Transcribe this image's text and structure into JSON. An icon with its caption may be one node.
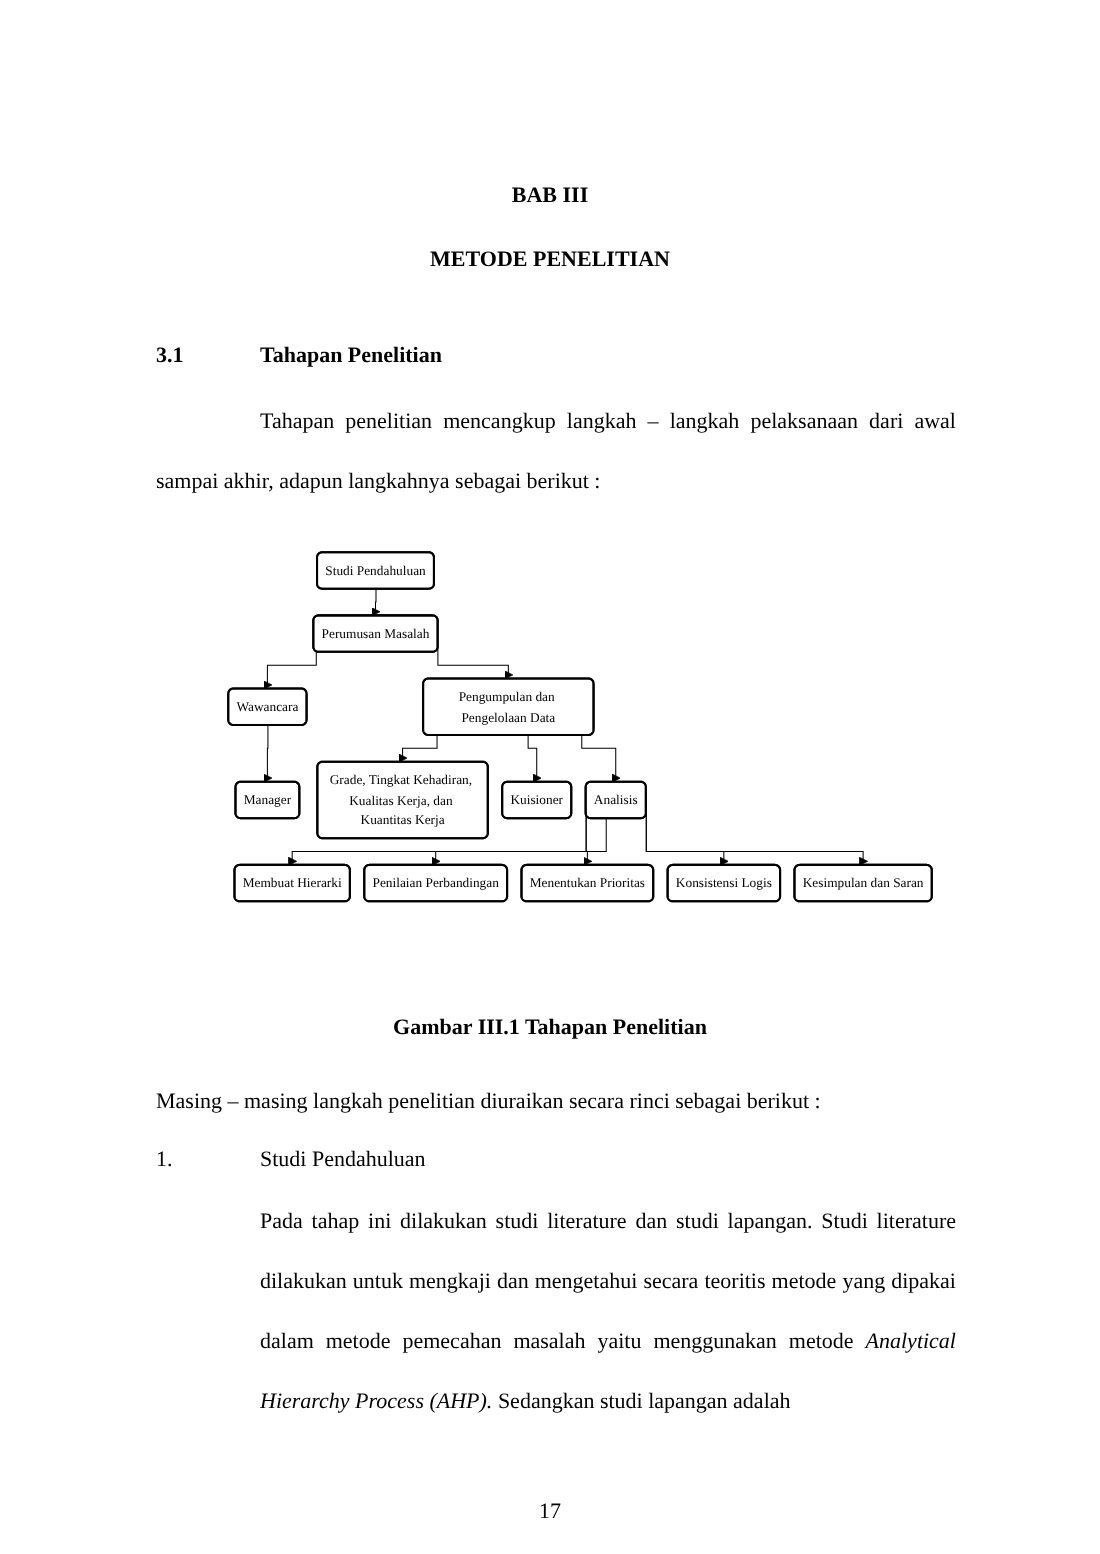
{
  "diagram": {
    "title": "BAB III",
    "caption": "Gambar III.1 Tahapan Penelitian",
    "nodes": [
      {
        "text": [
          "Studi Pendahuluan"
        ]
      },
      {
        "text": [
          "Perumusan Masalah"
        ]
      },
      {
        "text": [
          "Wawancara"
        ]
      },
      {
        "text": [
          "Manager"
        ]
      },
      {
        "text": [
          "Pengumpulan dan Pengelolaan Data"
        ]
      },
      {
        "text": [
          "Grade, Tingkat Kehadiran, Kualitas Kerja, dan Kuantitas Kerja"
        ]
      },
      {
        "text": [
          "Kuisioner"
        ]
      },
      {
        "text": [
          "Analisis"
        ]
      },
      {
        "text": [
          "Membuat Hierarki"
        ]
      },
      {
        "text": [
          "Penilaian Perbandingan"
        ]
      },
      {
        "text": [
          "Menentukan Prioritas"
        ]
      },
      {
        "text": [
          "Konsistensi Logis"
        ]
      },
      {
        "text": [
          "Kesimpulan dan Saran"
        ]
      }
    ],
    "edges": [
      {
        "from": 0,
        "to": 1,
        "arrow": "to"
      },
      {
        "from": 1,
        "to": 2,
        "arrow": "to"
      },
      {
        "from": 2,
        "to": 3,
        "arrow": "to"
      },
      {
        "from": 1,
        "to": 4,
        "arrow": "to"
      },
      {
        "from": 4,
        "to": 5,
        "arrow": "to"
      },
      {
        "from": 4,
        "to": 6,
        "arrow": "to"
      },
      {
        "from": 4,
        "to": 7,
        "arrow": "to"
      },
      {
        "from": 7,
        "to": 8,
        "arrow": "to"
      },
      {
        "from": 7,
        "to": 9,
        "arrow": "to"
      },
      {
        "from": 7,
        "to": 10,
        "arrow": "to"
      },
      {
        "from": 7,
        "to": 11,
        "arrow": "to"
      },
      {
        "from": 7,
        "to": 12,
        "arrow": "to"
      }
    ],
    "labels": [
      "METODE PENELITIAN",
      "3.1",
      "Tahapan Penelitian",
      "Tahapan penelitian mencangkup langkah – langkah pelaksanaan dari awal sampai akhir, adapun langkahnya sebagai berikut :",
      "Masing – masing langkah penelitian diuraikan secara rinci sebagai berikut :",
      "1.",
      "Studi Pendahuluan",
      "Pada tahap ini dilakukan studi literature dan studi lapangan. Studi literature dilakukan untuk mengkaji dan mengetahui secara teoritis metode yang dipakai dalam metode pemecahan masalah yaitu menggunakan metode *Analytical Hierarchy Process (AHP).* Sedangkan studi lapangan adalah",
      "17"
    ]
  }
}
